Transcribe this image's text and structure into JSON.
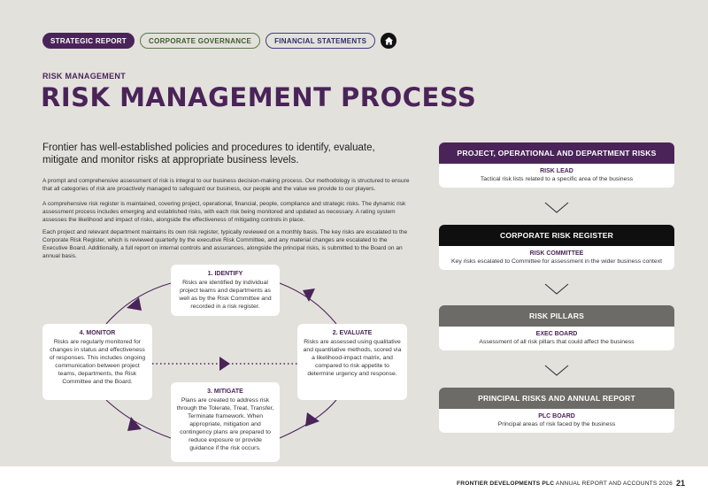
{
  "nav": {
    "strategic": "STRATEGIC REPORT",
    "governance": "CORPORATE GOVERNANCE",
    "financial": "FINANCIAL STATEMENTS"
  },
  "section_label": "RISK MANAGEMENT",
  "title": "RISK MANAGEMENT PROCESS",
  "intro": "Frontier has well-established policies and procedures to identify, evaluate, mitigate and monitor risks at appropriate business levels.",
  "paragraphs": [
    "A prompt and comprehensive assessment of risk is integral to our business decision-making process. Our methodology is structured to ensure that all categories of risk are proactively managed to safeguard our business, our people and the value we provide to our players.",
    "A comprehensive risk register is maintained, covering project, operational, financial, people, compliance and strategic risks. The dynamic risk assessment process includes emerging and established risks, with each risk being monitored and updated as necessary. A rating system assesses the likelihood and impact of risks, alongside the effectiveness of mitigating controls in place.",
    "Each project and relevant department maintains its own risk register, typically reviewed on a monthly basis. The key risks are escalated to the Corporate Risk Register, which is reviewed quarterly by the executive Risk Committee, and any material changes are escalated to the Executive Board. Additionally, a full report on internal controls and assurances, alongside the principal risks, is submitted to the Board on an annual basis."
  ],
  "cycle": {
    "identify": {
      "title": "1. IDENTIFY",
      "text": "Risks are identified by individual project teams and departments as well as by the Risk Committee and recorded in a risk register."
    },
    "evaluate": {
      "title": "2. EVALUATE",
      "text": "Risks are assessed using qualitative and quantitative methods, scored via a likelihood-impact matrix, and compared to risk appetite to determine urgency and response."
    },
    "mitigate": {
      "title": "3. MITIGATE",
      "text": "Plans are created to address risk through the Tolerate, Treat, Transfer, Terminate framework. When appropriate, mitigation and contingency plans are prepared to reduce exposure or provide guidance if the risk occurs."
    },
    "monitor": {
      "title": "4. MONITOR",
      "text": "Risks are regularly monitored for changes in status and effectiveness of responses. This includes ongoing communication between project teams, departments, the Risk Committee and the Board."
    }
  },
  "flow": [
    {
      "head": "PROJECT, OPERATIONAL AND DEPARTMENT RISKS",
      "sub": "RISK LEAD",
      "desc": "Tactical risk lists related to a specific area of the business"
    },
    {
      "head": "CORPORATE RISK REGISTER",
      "sub": "RISK COMMITTEE",
      "desc": "Key risks escalated to Committee for assessment in the wider business context"
    },
    {
      "head": "RISK PILLARS",
      "sub": "EXEC BOARD",
      "desc": "Assessment of all risk pillars that could affect the business"
    },
    {
      "head": "PRINCIPAL RISKS AND ANNUAL REPORT",
      "sub": "PLC BOARD",
      "desc": "Principal areas of risk faced by the business"
    }
  ],
  "footer": {
    "company": "FRONTIER DEVELOPMENTS PLC",
    "report": "ANNUAL REPORT AND ACCOUNTS 2026",
    "page": "21"
  },
  "colors": {
    "purple": "#4a2458",
    "black": "#0f0f0f",
    "grey": "#6d6b67",
    "background": "#e3e1dc"
  },
  "icons": [
    "home-icon",
    "chevron-down-icon",
    "arrow-head-icon"
  ]
}
